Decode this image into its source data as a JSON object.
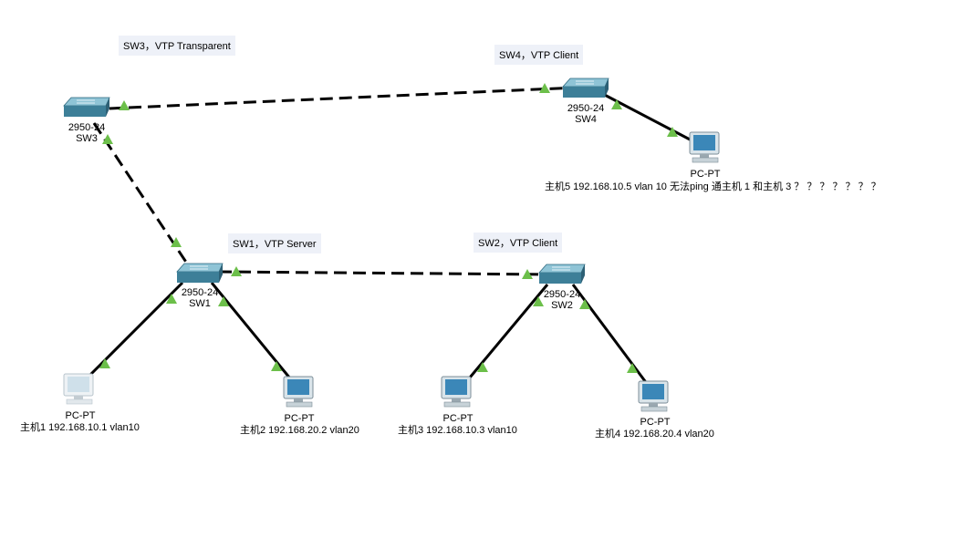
{
  "notes": {
    "sw3": "SW3，VTP Transparent",
    "sw4": "SW4，VTP Client",
    "sw1": "SW1，VTP Server",
    "sw2": "SW2，VTP Client"
  },
  "switches": {
    "sw3": {
      "model": "2950-24",
      "name": "SW3"
    },
    "sw4": {
      "model": "2950-24",
      "name": "SW4"
    },
    "sw1": {
      "model": "2950-24",
      "name": "SW1"
    },
    "sw2": {
      "model": "2950-24",
      "name": "SW2"
    }
  },
  "pcs": {
    "pc1": {
      "type": "PC-PT",
      "label": "主机1 192.168.10.1  vlan10"
    },
    "pc2": {
      "type": "PC-PT",
      "label": "主机2 192.168.20.2  vlan20"
    },
    "pc3": {
      "type": "PC-PT",
      "label": "主机3 192.168.10.3  vlan10"
    },
    "pc4": {
      "type": "PC-PT",
      "label": "主机4 192.168.20.4  vlan20"
    },
    "pc5": {
      "type": "PC-PT",
      "label": "主机5 192.168.10.5  vlan 10  无法ping 通主机 1 和主机 3 ？ ？ ？ ？ ？ ？ ？"
    }
  },
  "colors": {
    "link": "#000000",
    "link_up": "#6cbf4a",
    "switch_top": "#8fc4d6",
    "switch_body": "#3d7f98",
    "pc_screen": "#3b87b8"
  }
}
